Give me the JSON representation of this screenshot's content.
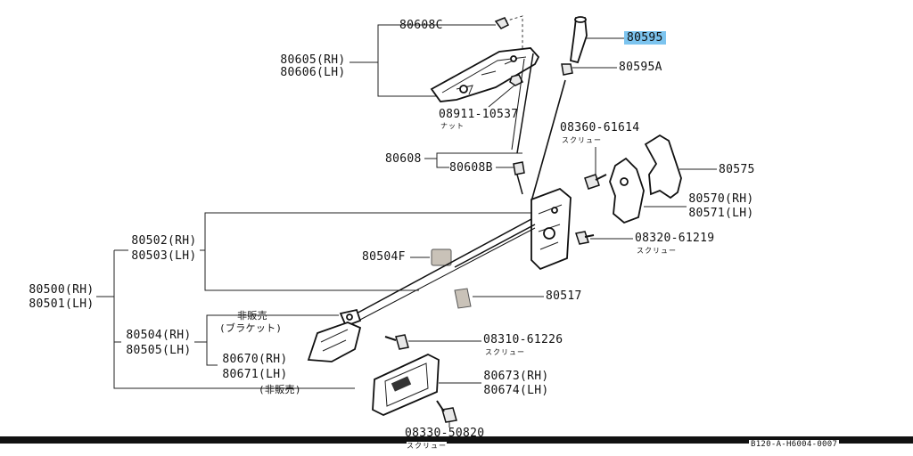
{
  "diagram": {
    "labels": {
      "p80608c": "80608C",
      "p80605": "80605(RH)",
      "p80606": "80606(LH)",
      "p80595": "80595",
      "p80595a": "80595A",
      "p08911": "08911-10537",
      "nut": "ナット",
      "p08360": "08360-61614",
      "screw": "スクリュー",
      "p80608": "80608",
      "p80608b": "80608B",
      "p80575": "80575",
      "p80570": "80570(RH)",
      "p80571": "80571(LH)",
      "p80502": "80502(RH)",
      "p80503": "80503(LH)",
      "p08320": "08320-61219",
      "p80504f": "80504F",
      "p80517": "80517",
      "p80500": "80500(RH)",
      "p80501": "80501(LH)",
      "not_sold": "非販売",
      "bracket": "(ブラケット)",
      "p80504": "80504(RH)",
      "p80505": "80505(LH)",
      "p08310": "08310-61226",
      "p80670": "80670(RH)",
      "p80671": "80671(LH)",
      "not_sold_paren": "(非販売)",
      "p80673": "80673(RH)",
      "p80674": "80674(LH)",
      "p08330": "08330-50820"
    },
    "footer": "B120-A-H6004-0007",
    "highlight_color": "#7cc4ef"
  }
}
